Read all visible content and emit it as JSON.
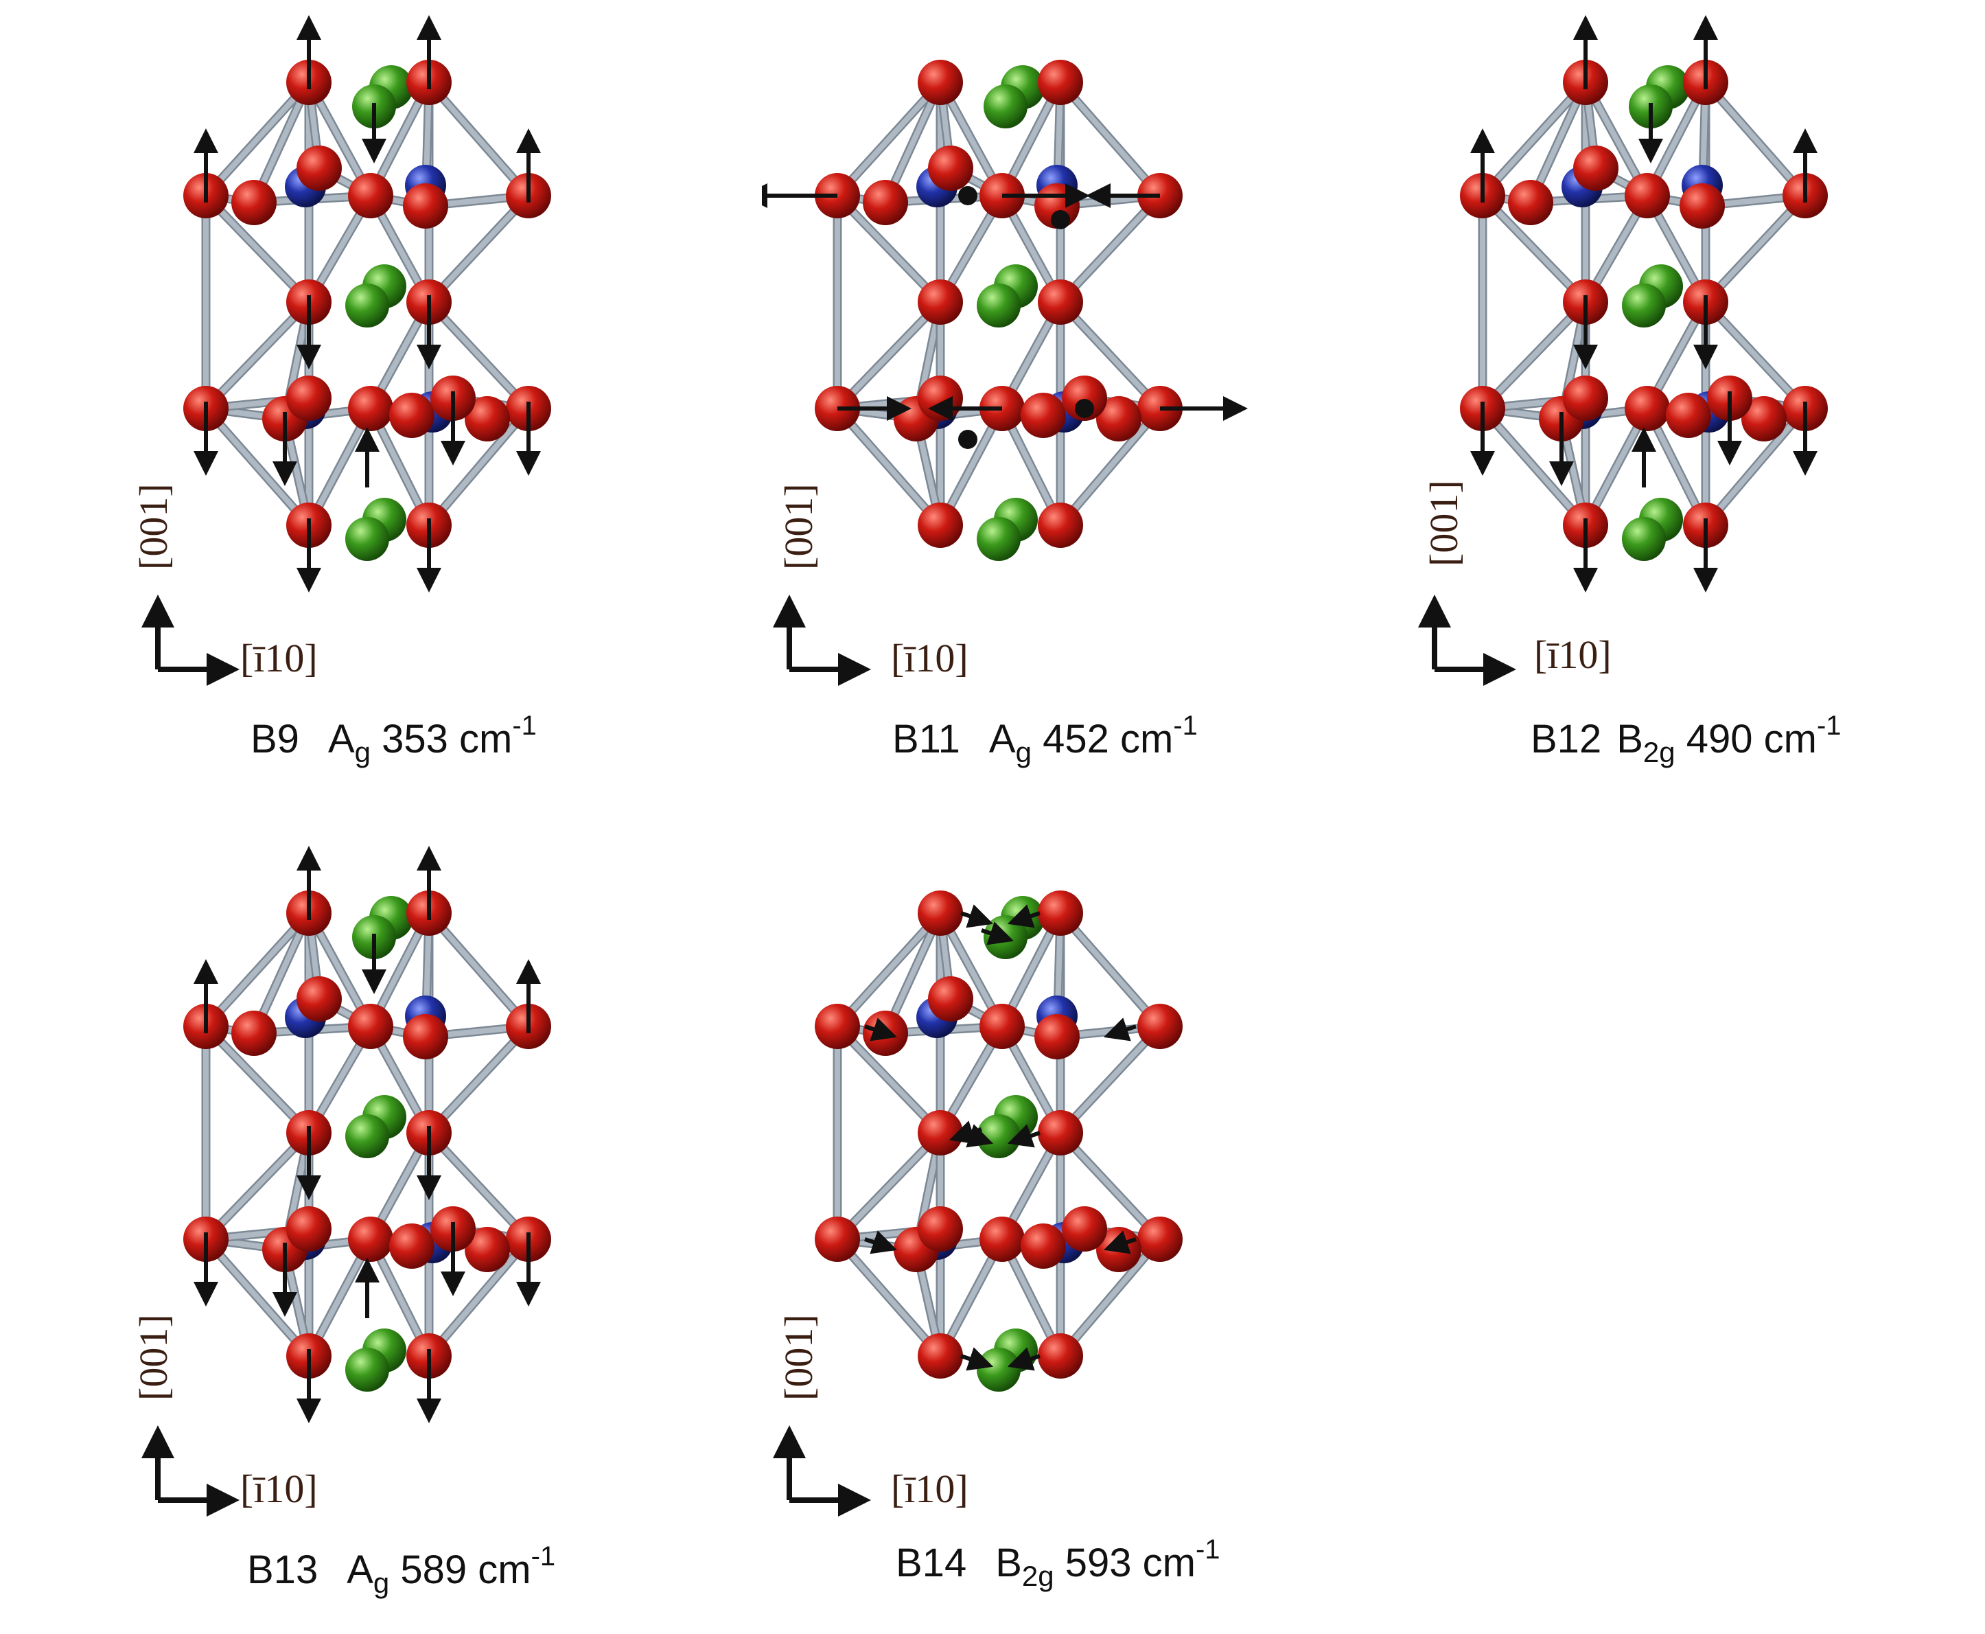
{
  "figure": {
    "axes": {
      "vertical": "[001]",
      "horizontal": "[ī10]"
    },
    "panels": [
      {
        "id": "B9",
        "symmetry": "A",
        "symmetry_sub": "g",
        "frequency": "353",
        "unit": "cm",
        "unit_sup": "-1",
        "motion": "vertical"
      },
      {
        "id": "B11",
        "symmetry": "A",
        "symmetry_sub": "g",
        "frequency": "452",
        "unit": "cm",
        "unit_sup": "-1",
        "motion": "horizontal"
      },
      {
        "id": "B12",
        "symmetry": "B",
        "symmetry_sub": "2g",
        "frequency": "490",
        "unit": "cm",
        "unit_sup": "-1",
        "motion": "vertical"
      },
      {
        "id": "B13",
        "symmetry": "A",
        "symmetry_sub": "g",
        "frequency": "589",
        "unit": "cm",
        "unit_sup": "-1",
        "motion": "vertical"
      },
      {
        "id": "B14",
        "symmetry": "B",
        "symmetry_sub": "2g",
        "frequency": "593",
        "unit": "cm",
        "unit_sup": "-1",
        "motion": "small"
      }
    ],
    "colors": {
      "oxygen": "#cc1a12",
      "metal": "#2233aa",
      "cation": "#3b9a1c",
      "bond": "#aeb9c4",
      "arrow": "#111111"
    }
  }
}
